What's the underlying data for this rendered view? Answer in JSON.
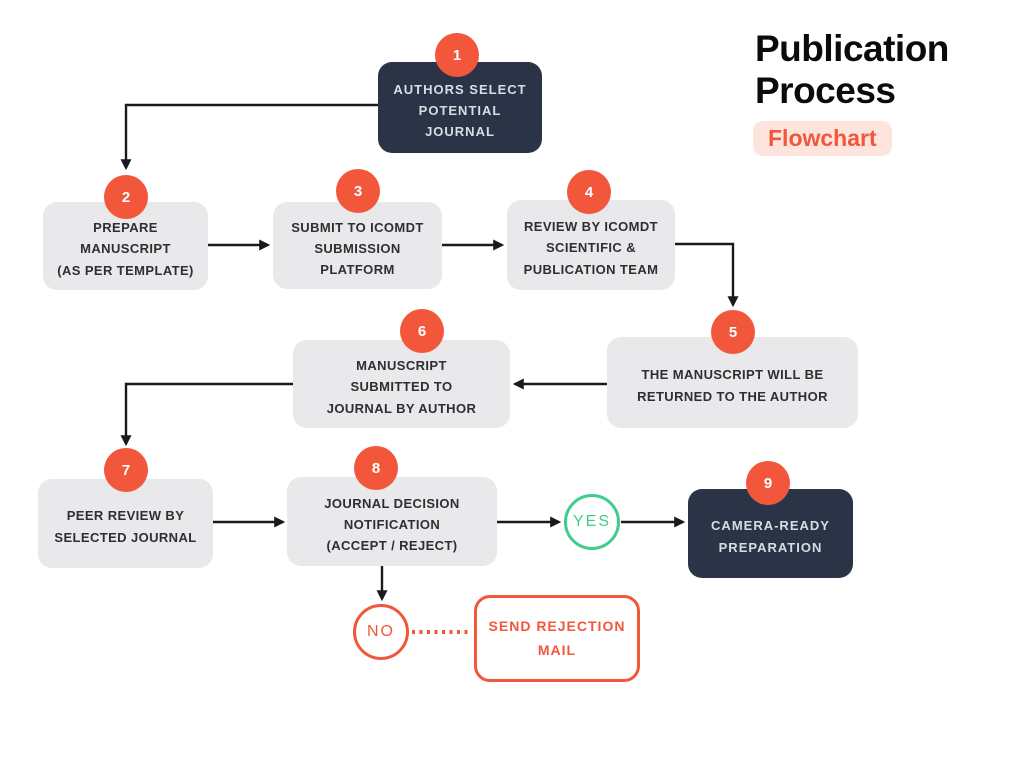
{
  "title": {
    "text": "Publication\nProcess",
    "badge": "Flowchart"
  },
  "steps": [
    {
      "number": "1",
      "label": "AUTHORS SELECT\nPOTENTIAL\nJOURNAL",
      "variant": "dark"
    },
    {
      "number": "2",
      "label": "PREPARE\nMANUSCRIPT\n(AS PER TEMPLATE)",
      "variant": "light"
    },
    {
      "number": "3",
      "label": "SUBMIT TO ICOMDT\nSUBMISSION\nPLATFORM",
      "variant": "light"
    },
    {
      "number": "4",
      "label": "REVIEW BY ICOMDT\nSCIENTIFIC &\nPUBLICATION TEAM",
      "variant": "light"
    },
    {
      "number": "5",
      "label": "THE MANUSCRIPT WILL BE\nRETURNED TO THE AUTHOR",
      "variant": "light"
    },
    {
      "number": "6",
      "label": "MANUSCRIPT\nSUBMITTED TO\nJOURNAL BY AUTHOR",
      "variant": "light"
    },
    {
      "number": "7",
      "label": "PEER REVIEW BY\nSELECTED JOURNAL",
      "variant": "light"
    },
    {
      "number": "8",
      "label": "JOURNAL DECISION\nNOTIFICATION\n(ACCEPT / REJECT)",
      "variant": "light"
    },
    {
      "number": "9",
      "label": "CAMERA-READY\nPREPARATION",
      "variant": "dark"
    }
  ],
  "decisions": {
    "yes": "YES",
    "no": "NO"
  },
  "rejection_box": {
    "label": "SEND REJECTION\nMAIL"
  },
  "colors": {
    "accent_orange": "#F2573C",
    "badge_background": "#FDE5DE",
    "dark_navy": "#2B3446",
    "light_gray_box": "#E9E9EB",
    "green": "#3FCC8F",
    "arrow_black": "#1A1A1A",
    "background": "#FFFFFF"
  }
}
